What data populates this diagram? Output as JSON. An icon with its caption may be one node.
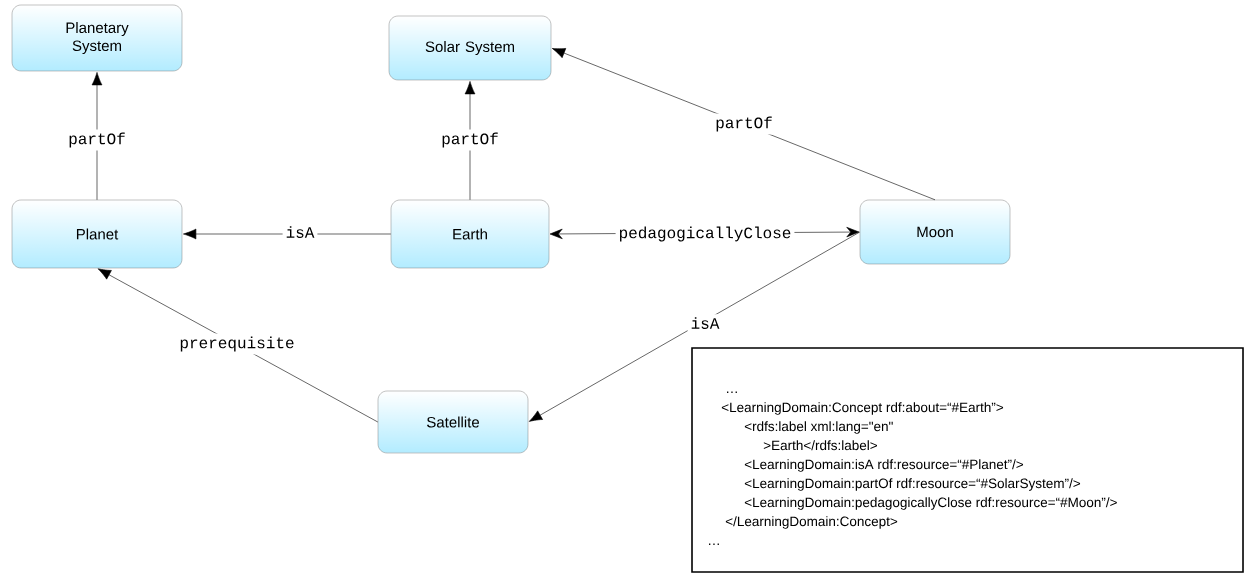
{
  "diagram": {
    "nodes": [
      {
        "text": [
          "Planetary System"
        ]
      },
      {
        "text": [
          "Solar System"
        ]
      },
      {
        "text": [
          "Planet"
        ]
      },
      {
        "text": [
          "Earth"
        ]
      },
      {
        "text": [
          "Moon"
        ]
      },
      {
        "text": [
          "Satellite"
        ]
      },
      {
        "text": [
          "…",
          "<LearningDomain:Concept rdf:about=“#Earth”>",
          "<rdfs:label xml:lang=\"en\"",
          ">Earth</rdfs:label>",
          "<LearningDomain:isA rdf:resource=“#Planet”/>",
          "<LearningDomain:partOf rdf:resource=“#SolarSystem”/>",
          "<LearningDomain:pedagogicallyClose rdf:resource=“#Moon”/>",
          "</LearningDomain:Concept>",
          "…"
        ]
      }
    ],
    "edges": [
      {
        "from": 2,
        "to": 0,
        "arrow": "to",
        "label": "partOf"
      },
      {
        "from": 3,
        "to": 1,
        "arrow": "to",
        "label": "partOf"
      },
      {
        "from": 4,
        "to": 1,
        "arrow": "to",
        "label": "partOf"
      },
      {
        "from": 3,
        "to": 2,
        "arrow": "to",
        "label": "isA"
      },
      {
        "from": 3,
        "to": 4,
        "arrow": "both",
        "label": "pedagogicallyClose"
      },
      {
        "from": 5,
        "to": 2,
        "arrow": "to",
        "label": "prerequisite"
      },
      {
        "from": 4,
        "to": 5,
        "arrow": "to",
        "label": "isA"
      }
    ]
  }
}
